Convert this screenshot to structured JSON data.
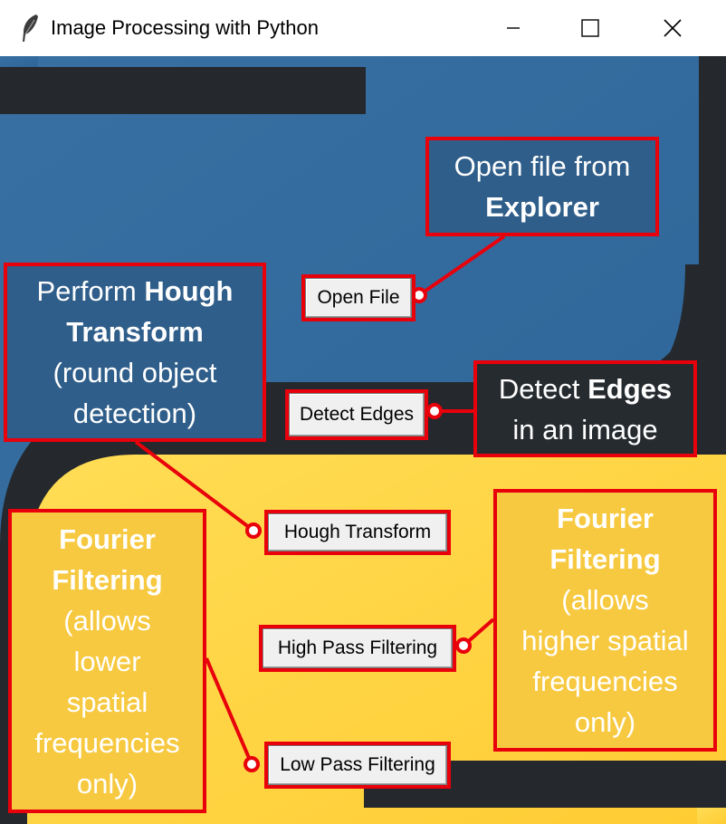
{
  "window": {
    "title": "Image Processing with Python",
    "app_icon": "feather-icon",
    "controls": {
      "minimize_icon": "minimize-icon",
      "maximize_icon": "maximize-icon",
      "close_icon": "close-icon"
    }
  },
  "colors": {
    "python_blue": "#3a6e9e",
    "python_yellow": "#fdd446",
    "outline_dark": "#25282c",
    "annotation_red": "#e8000b",
    "button_face": "#f0f0f0"
  },
  "buttons": {
    "open_file": "Open File",
    "detect_edges": "Detect Edges",
    "hough_transform": "Hough Transform",
    "high_pass": "High Pass Filtering",
    "low_pass": "Low Pass Filtering"
  },
  "callouts": {
    "open_file": {
      "line1": "Open file from",
      "line2_bold": "Explorer"
    },
    "hough": {
      "line1_plain": "Perform ",
      "line1_bold": "Hough",
      "line2_bold": "Transform",
      "line3": "(round object",
      "line4": "detection)"
    },
    "edges": {
      "line1_plain": "Detect ",
      "line1_bold": "Edges",
      "line2": "in an image"
    },
    "fourier_low": {
      "line1_bold": "Fourier",
      "line2_bold": "Filtering",
      "line3": "(allows",
      "line4": "lower",
      "line5": "spatial",
      "line6": "frequencies",
      "line7": "only)"
    },
    "fourier_high": {
      "line1_bold": "Fourier",
      "line2_bold": "Filtering",
      "line3": "(allows",
      "line4": "higher spatial",
      "line5": "frequencies",
      "line6": "only)"
    }
  }
}
